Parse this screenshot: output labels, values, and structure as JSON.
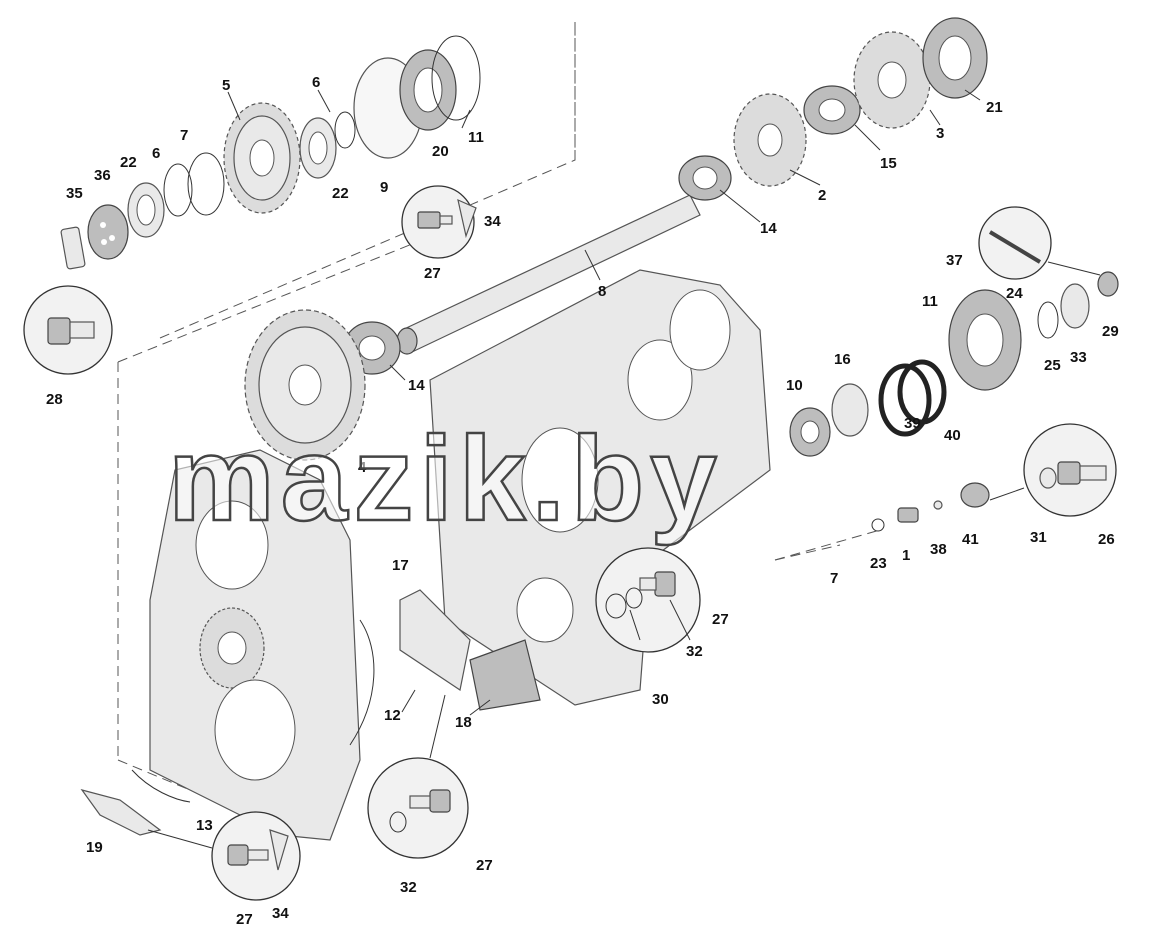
{
  "watermark": "mazik.by",
  "callouts": [
    {
      "id": "c35",
      "text": "35"
    },
    {
      "id": "c36",
      "text": "36"
    },
    {
      "id": "c22a",
      "text": "22"
    },
    {
      "id": "c6a",
      "text": "6"
    },
    {
      "id": "c7a",
      "text": "7"
    },
    {
      "id": "c5",
      "text": "5"
    },
    {
      "id": "c6b",
      "text": "6"
    },
    {
      "id": "c22b",
      "text": "22"
    },
    {
      "id": "c9",
      "text": "9"
    },
    {
      "id": "c20",
      "text": "20"
    },
    {
      "id": "c11a",
      "text": "11"
    },
    {
      "id": "c27a",
      "text": "27"
    },
    {
      "id": "c34a",
      "text": "34"
    },
    {
      "id": "c28",
      "text": "28"
    },
    {
      "id": "c8",
      "text": "8"
    },
    {
      "id": "c14a",
      "text": "14"
    },
    {
      "id": "c14b",
      "text": "14"
    },
    {
      "id": "c4",
      "text": "4"
    },
    {
      "id": "c2",
      "text": "2"
    },
    {
      "id": "c15",
      "text": "15"
    },
    {
      "id": "c3",
      "text": "3"
    },
    {
      "id": "c21",
      "text": "21"
    },
    {
      "id": "c37",
      "text": "37"
    },
    {
      "id": "c24",
      "text": "24"
    },
    {
      "id": "c29",
      "text": "29"
    },
    {
      "id": "c11b",
      "text": "11"
    },
    {
      "id": "c25",
      "text": "25"
    },
    {
      "id": "c33",
      "text": "33"
    },
    {
      "id": "c16",
      "text": "16"
    },
    {
      "id": "c10",
      "text": "10"
    },
    {
      "id": "c39",
      "text": "39"
    },
    {
      "id": "c40",
      "text": "40"
    },
    {
      "id": "c31",
      "text": "31"
    },
    {
      "id": "c26",
      "text": "26"
    },
    {
      "id": "c41",
      "text": "41"
    },
    {
      "id": "c38",
      "text": "38"
    },
    {
      "id": "c1",
      "text": "1"
    },
    {
      "id": "c23",
      "text": "23"
    },
    {
      "id": "c7b",
      "text": "7"
    },
    {
      "id": "c17",
      "text": "17"
    },
    {
      "id": "c27b",
      "text": "27"
    },
    {
      "id": "c32a",
      "text": "32"
    },
    {
      "id": "c30",
      "text": "30"
    },
    {
      "id": "c12",
      "text": "12"
    },
    {
      "id": "c18",
      "text": "18"
    },
    {
      "id": "c13",
      "text": "13"
    },
    {
      "id": "c19",
      "text": "19"
    },
    {
      "id": "c27c",
      "text": "27"
    },
    {
      "id": "c34b",
      "text": "34"
    },
    {
      "id": "c32b",
      "text": "32"
    },
    {
      "id": "c27d",
      "text": "27"
    }
  ]
}
